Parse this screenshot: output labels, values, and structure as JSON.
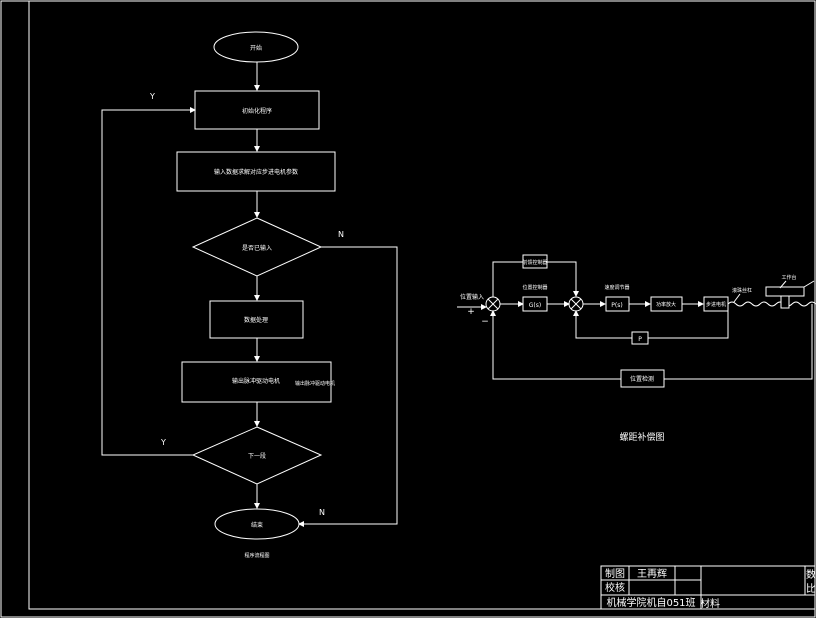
{
  "flowchart": {
    "start": "开始",
    "step1": "初始化程序",
    "step2": "输入数据求解对应步进电机参数",
    "decision1": "是否已输入",
    "step3": "数据处理",
    "step4": "输出脉冲驱动电机",
    "step4_side": "输出脉冲驱动电机",
    "decision2": "下一段",
    "end": "结束",
    "yes_label_top": "Y",
    "yes_label_bottom": "Y",
    "no_label_right": "N",
    "no_label_bottom": "N",
    "caption": "程序流程图"
  },
  "block": {
    "input_label": "位置输入",
    "plus": "+",
    "minus": "−",
    "feedforward_label": "前馈控制器",
    "controller_label": "位置控制器",
    "g_block": "G(s)",
    "speed_label": "速度调节器",
    "p_block": "P(s)",
    "amp_block": "功率放大",
    "motor_block": "步进电机",
    "leadscrew_label": "滚珠丝杠",
    "table_label": "工作台",
    "p_feedback": "P",
    "pos_detect": "位置检测",
    "caption": "螺距补偿图"
  },
  "title_block": {
    "drawn_label": "制图",
    "drawn_name": "王再辉",
    "checked_label": "校核",
    "school": "机械学院机自051班",
    "material": "材料",
    "qty_label": "数",
    "scale_label": "比"
  }
}
